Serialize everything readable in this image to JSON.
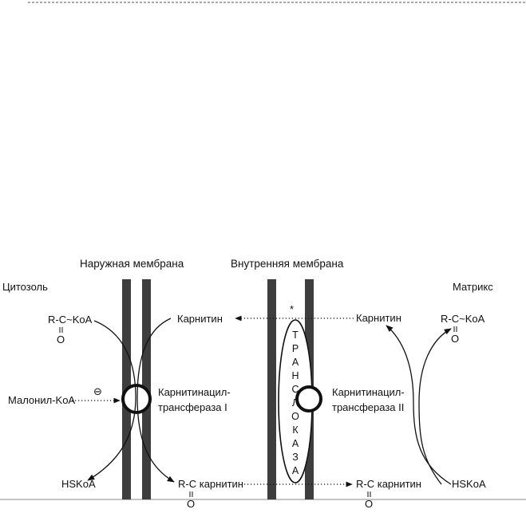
{
  "labels": {
    "outer_membrane": "Наружная мембрана",
    "inner_membrane": "Внутренняя мембрана",
    "cytosol": "Цитозоль",
    "matrix": "Матрикс",
    "acyl_coa_left": "R-C~KoA",
    "acyl_coa_right": "R-C~KoA",
    "oxo_left": "O",
    "oxo_right": "O",
    "carnitine_left": "Карнитин",
    "carnitine_right": "Карнитин",
    "asterisk": "*",
    "malonyl_coa": "Малонил-KoA",
    "inhibition_symbol": "⊖",
    "cpt1_line1": "Карнитинацил-",
    "cpt1_line2": "трансфераза I",
    "cpt2_line1": "Карнитинацил-",
    "cpt2_line2": "трансфераза II",
    "hskoa_left": "HSKoA",
    "hskoa_right": "HSKoA",
    "acylcarnitine_left": "R-C карнитин",
    "acylcarnitine_right": "R-C карнитин",
    "oxo_acyl_left": "O",
    "oxo_acyl_right": "O"
  },
  "translocase_letters": [
    "Т",
    "Р",
    "А",
    "Н",
    "С",
    "Л",
    "О",
    "К",
    "А",
    "З",
    "А"
  ]
}
